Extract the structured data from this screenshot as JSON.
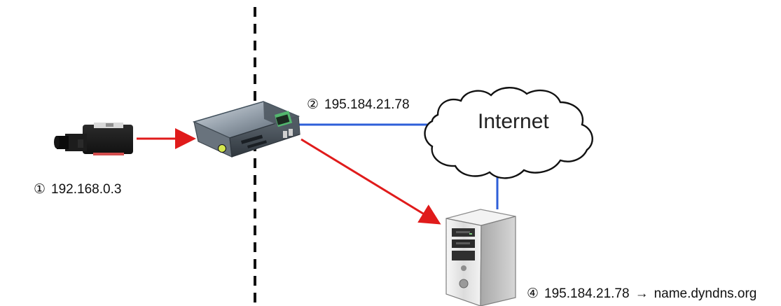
{
  "labels": {
    "camera": {
      "marker": "①",
      "ip": "192.168.0.3"
    },
    "router_wan": {
      "marker": "②",
      "ip": "195.184.21.78"
    },
    "internet": "Internet",
    "server": {
      "marker": "④",
      "ip": "195.184.21.78",
      "arrow": "→",
      "hostname": "name.dyndns.org"
    }
  },
  "colors": {
    "red_connector": "#e01b1b",
    "blue_connector": "#2e5fd8",
    "divider": "#111111",
    "text": "#111111"
  },
  "icons": {
    "camera": "ip-camera-icon",
    "router": "router-icon",
    "internet": "cloud-icon",
    "server": "server-tower-icon"
  }
}
